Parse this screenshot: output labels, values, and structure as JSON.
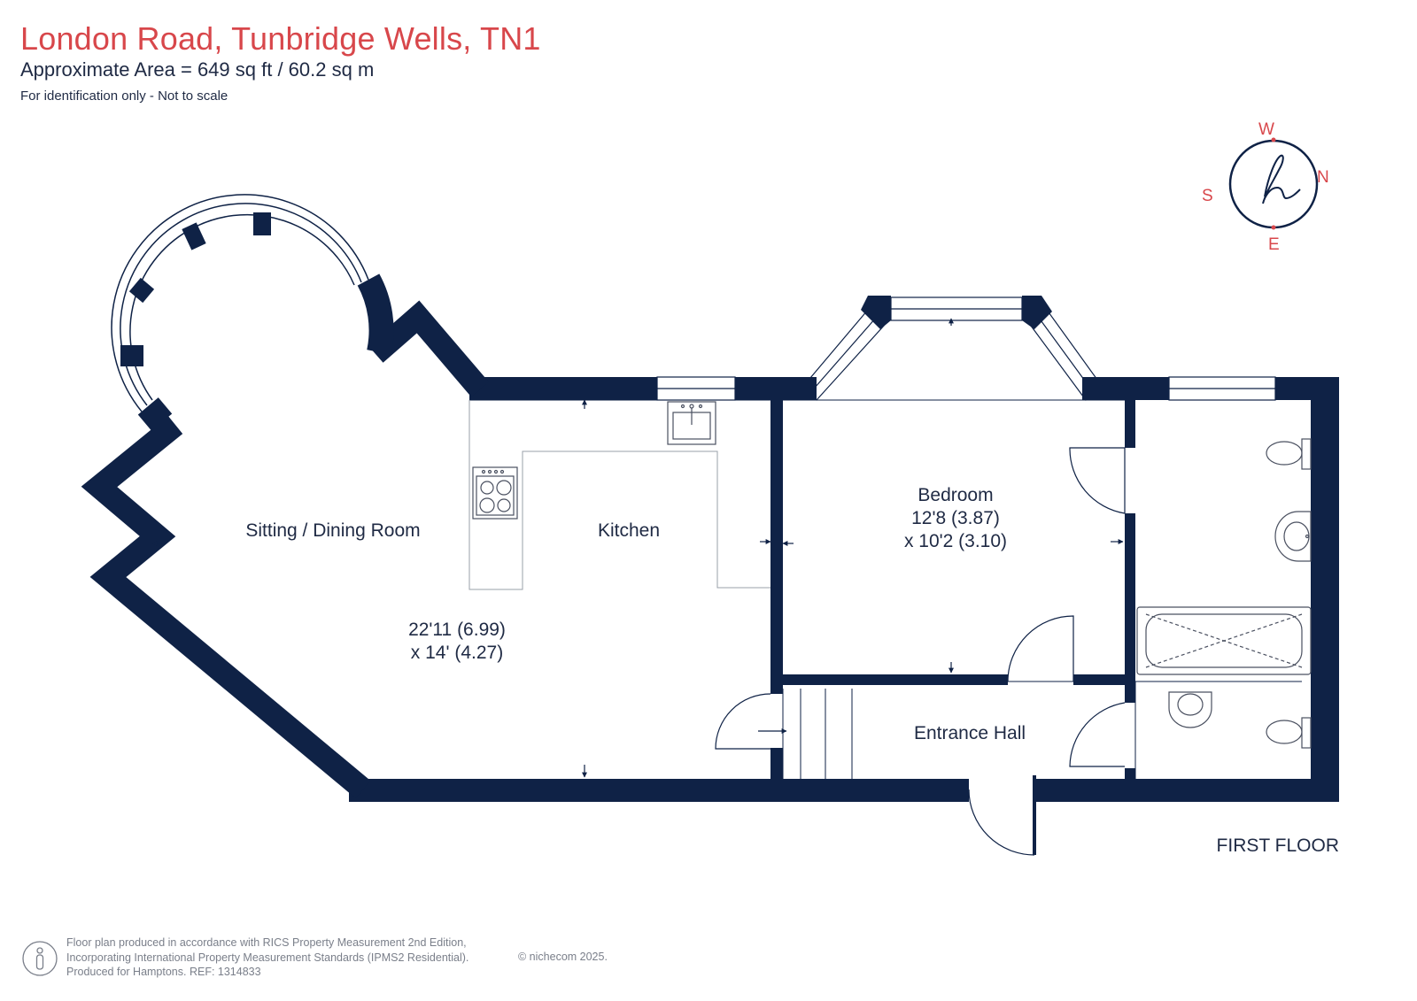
{
  "header": {
    "title": "London Road, Tunbridge Wells, TN1",
    "area": "Approximate Area = 649 sq ft / 60.2 sq m",
    "note": "For identification only - Not to scale"
  },
  "rooms": {
    "sitting_name": "Sitting / Dining Room",
    "sitting_dim1": "22'11 (6.99)",
    "sitting_dim2": "x 14' (4.27)",
    "kitchen_name": "Kitchen",
    "bedroom_name": "Bedroom",
    "bedroom_dim1": "12'8 (3.87)",
    "bedroom_dim2": "x 10'2 (3.10)",
    "hall_name": "Entrance Hall"
  },
  "floor_label": "FIRST FLOOR",
  "compass": {
    "w": "W",
    "n": "N",
    "s": "S",
    "e": "E"
  },
  "footer": {
    "line1": "Floor plan produced in accordance with RICS Property Measurement 2nd Edition,",
    "line2": "Incorporating International Property Measurement Standards (IPMS2 Residential).",
    "line3": "Produced for Hamptons.   REF: 1314833",
    "copyright": "© nichecom 2025."
  },
  "colors": {
    "wall": "#0f2246",
    "accent": "#d8474b",
    "text": "#1f2a44"
  }
}
